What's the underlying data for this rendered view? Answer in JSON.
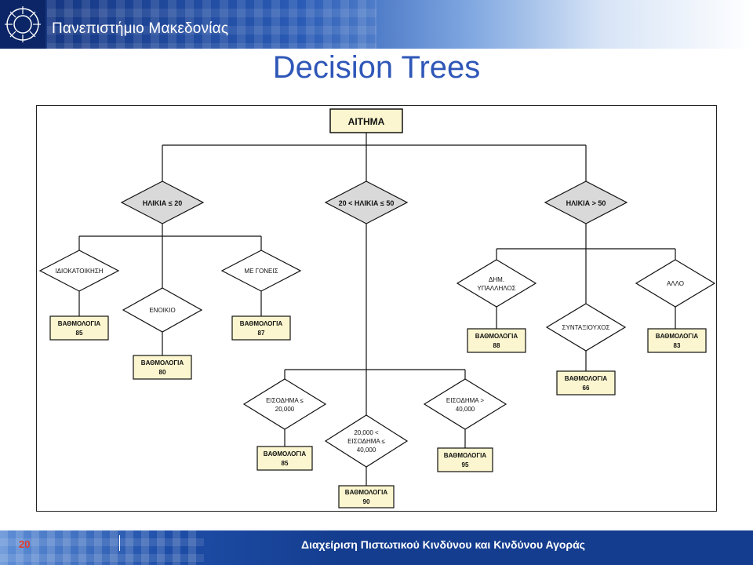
{
  "header": {
    "university_name": "Πανεπιστήμιο Μακεδονίας"
  },
  "slide": {
    "title": "Decision Trees"
  },
  "diagram": {
    "root": "ΑΙΤΗΜΑ",
    "age_nodes": [
      "ΗΛΙΚΙΑ ≤ 20",
      "20 < ΗΛΙΚΙΑ ≤ 50",
      "ΗΛΙΚΙΑ > 50"
    ],
    "housing_nodes": [
      "ΙΔΙΟΚΑΤΟΙΚΗΣΗ",
      "ΕΝΟΙΚΙΟ",
      "ΜΕ ΓΟΝΕΙΣ"
    ],
    "income_nodes": [
      [
        "ΕΙΣΟΔΗΜΑ ≤",
        "20,000"
      ],
      [
        "20,000 <",
        "ΕΙΣΟΔΗΜΑ ≤",
        "40,000"
      ],
      [
        "ΕΙΣΟΔΗΜΑ >",
        "40,000"
      ]
    ],
    "occupation_nodes": [
      [
        "ΔΗΜ.",
        "ΥΠΑΛΛΗΛΟΣ"
      ],
      [
        "ΣΥΝΤΑΞΙΟΥΧΟΣ"
      ],
      [
        "ΑΛΛΟ"
      ]
    ],
    "score_label": "ΒΑΘΜΟΛΟΓΙΑ",
    "scores": {
      "idiokatoikisi": "85",
      "enoikio": "80",
      "me_goneis": "87",
      "income_low": "85",
      "income_mid": "90",
      "income_high": "95",
      "dim_ypallilos": "88",
      "syntaxiouxos": "66",
      "allo": "83"
    },
    "colors": {
      "decision_fill": "#d9d9d9",
      "score_fill": "#fbf6cf",
      "root_fill": "#fbf6cf",
      "line": "#111111"
    }
  },
  "footer": {
    "page_number": "20",
    "course_title": "Διαχείριση Πιστωτικού Κινδύνου και Κινδύνου Αγοράς"
  }
}
